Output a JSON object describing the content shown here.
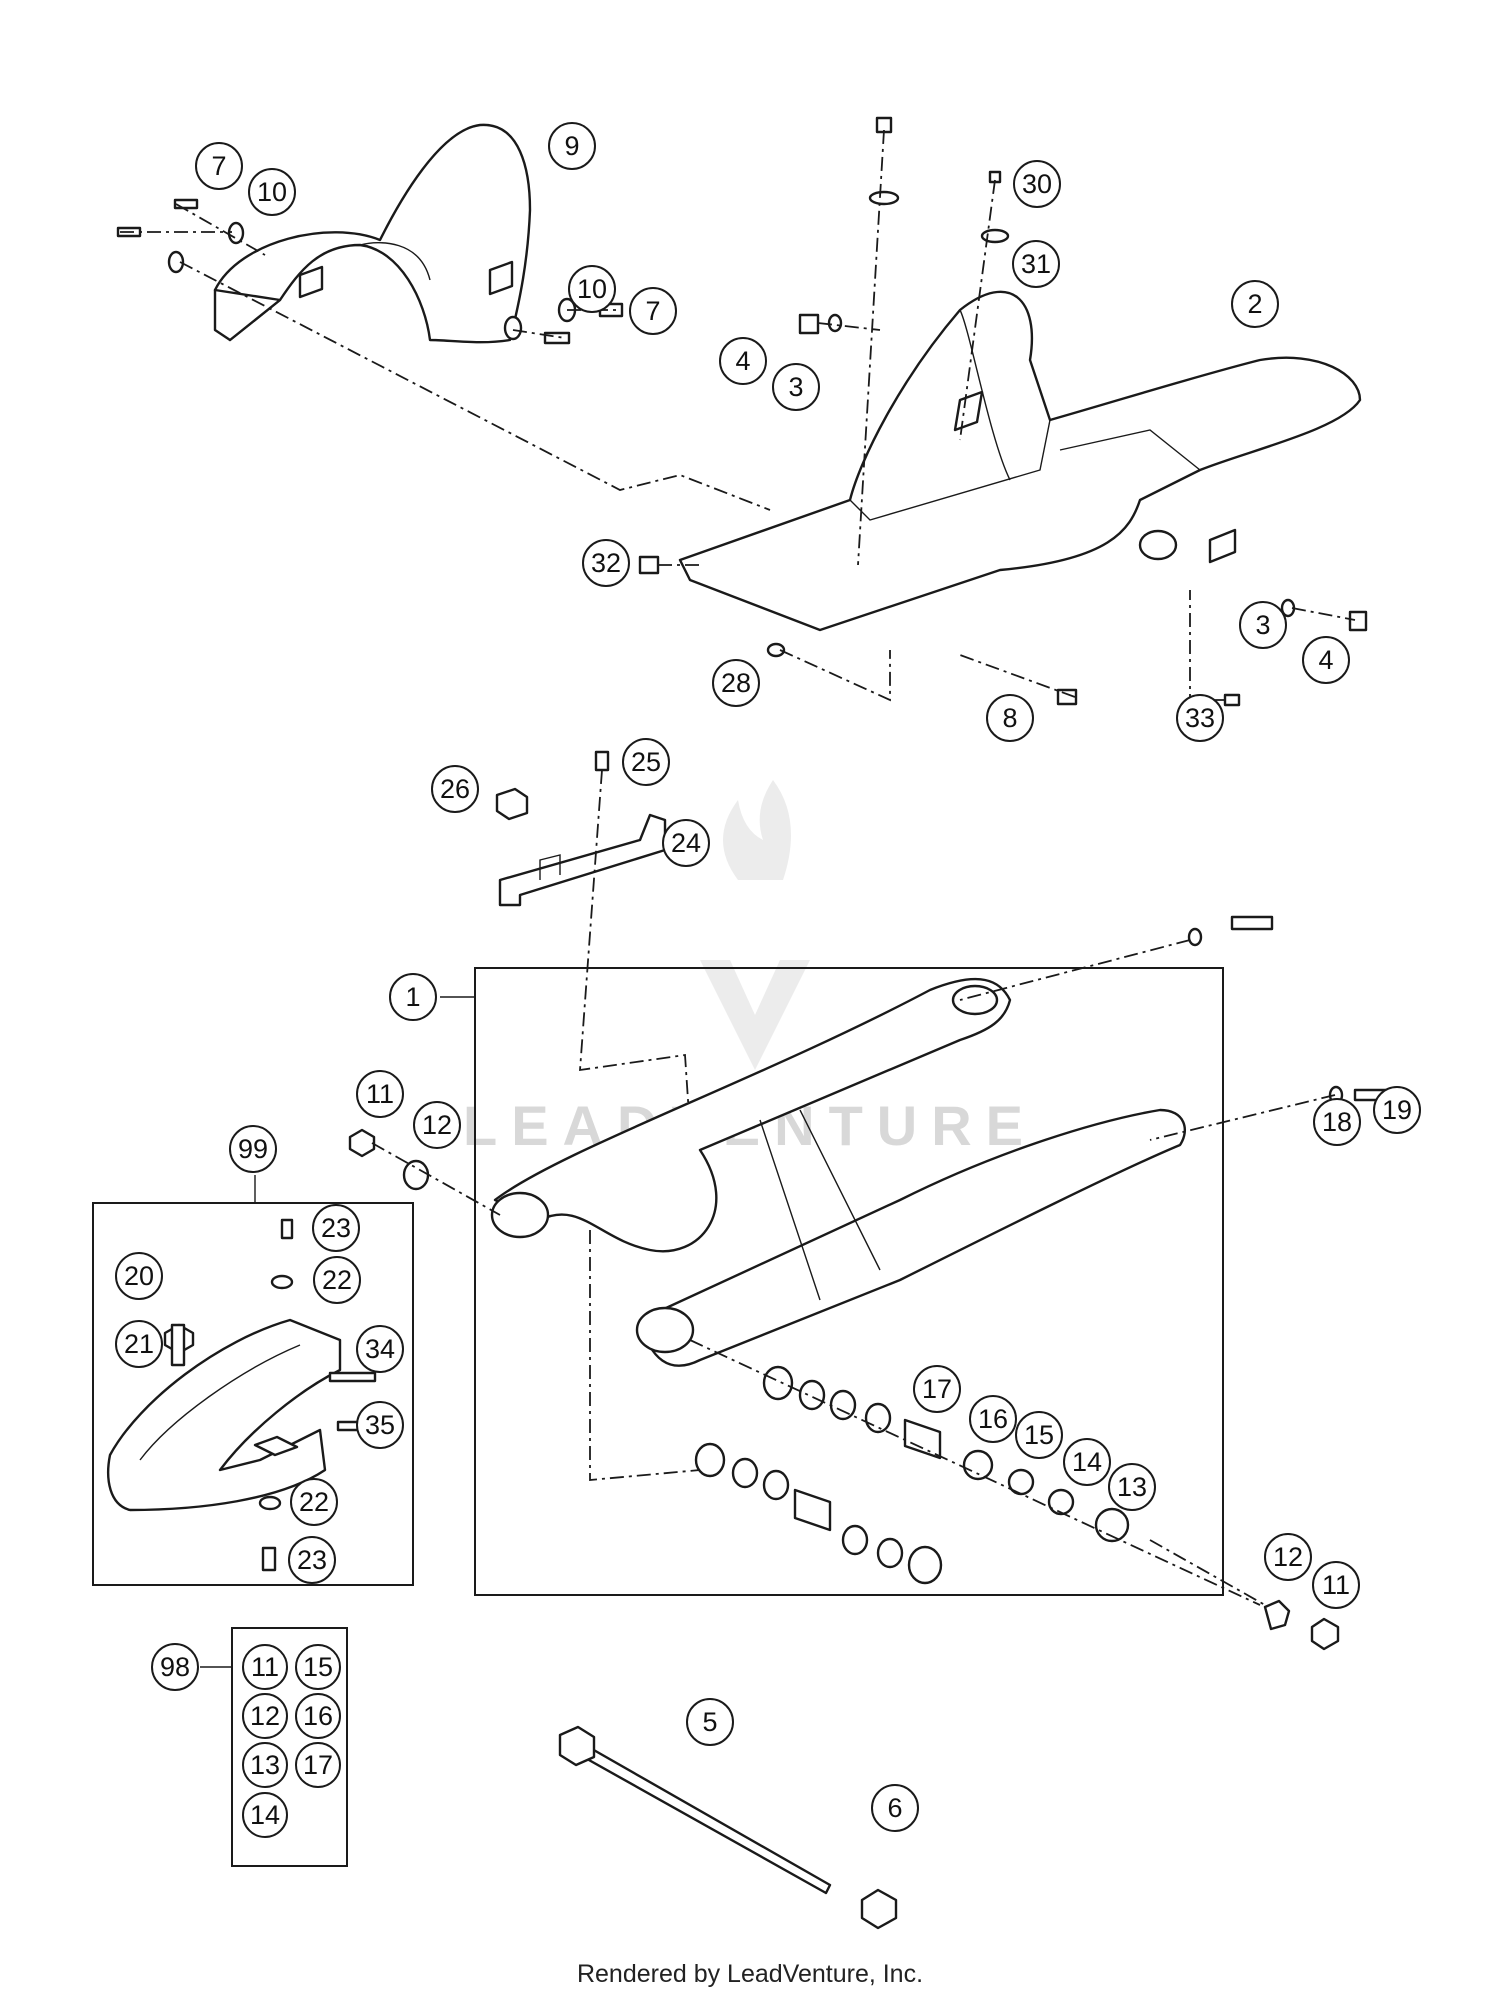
{
  "watermark": "LEADVENTURE",
  "footer": "Rendered by LeadVenture, Inc.",
  "callouts": {
    "c9": "9",
    "c7a": "7",
    "c10a": "10",
    "c10b": "10",
    "c7b": "7",
    "c30": "30",
    "c31": "31",
    "c2": "2",
    "c4a": "4",
    "c3a": "3",
    "c32": "32",
    "c3b": "3",
    "c4b": "4",
    "c28": "28",
    "c8": "8",
    "c33": "33",
    "c25": "25",
    "c26": "26",
    "c24": "24",
    "c1": "1",
    "c11a": "11",
    "c12a": "12",
    "c18": "18",
    "c19": "19",
    "c99": "99",
    "c23a": "23",
    "c20": "20",
    "c22a": "22",
    "c21": "21",
    "c34": "34",
    "c35": "35",
    "c22b": "22",
    "c23b": "23",
    "c17": "17",
    "c16": "16",
    "c15": "15",
    "c14": "14",
    "c13": "13",
    "c12b": "12",
    "c11b": "11",
    "c98": "98",
    "c5": "5",
    "c6": "6"
  },
  "kit_98": [
    "11",
    "15",
    "12",
    "16",
    "13",
    "17",
    "14"
  ]
}
